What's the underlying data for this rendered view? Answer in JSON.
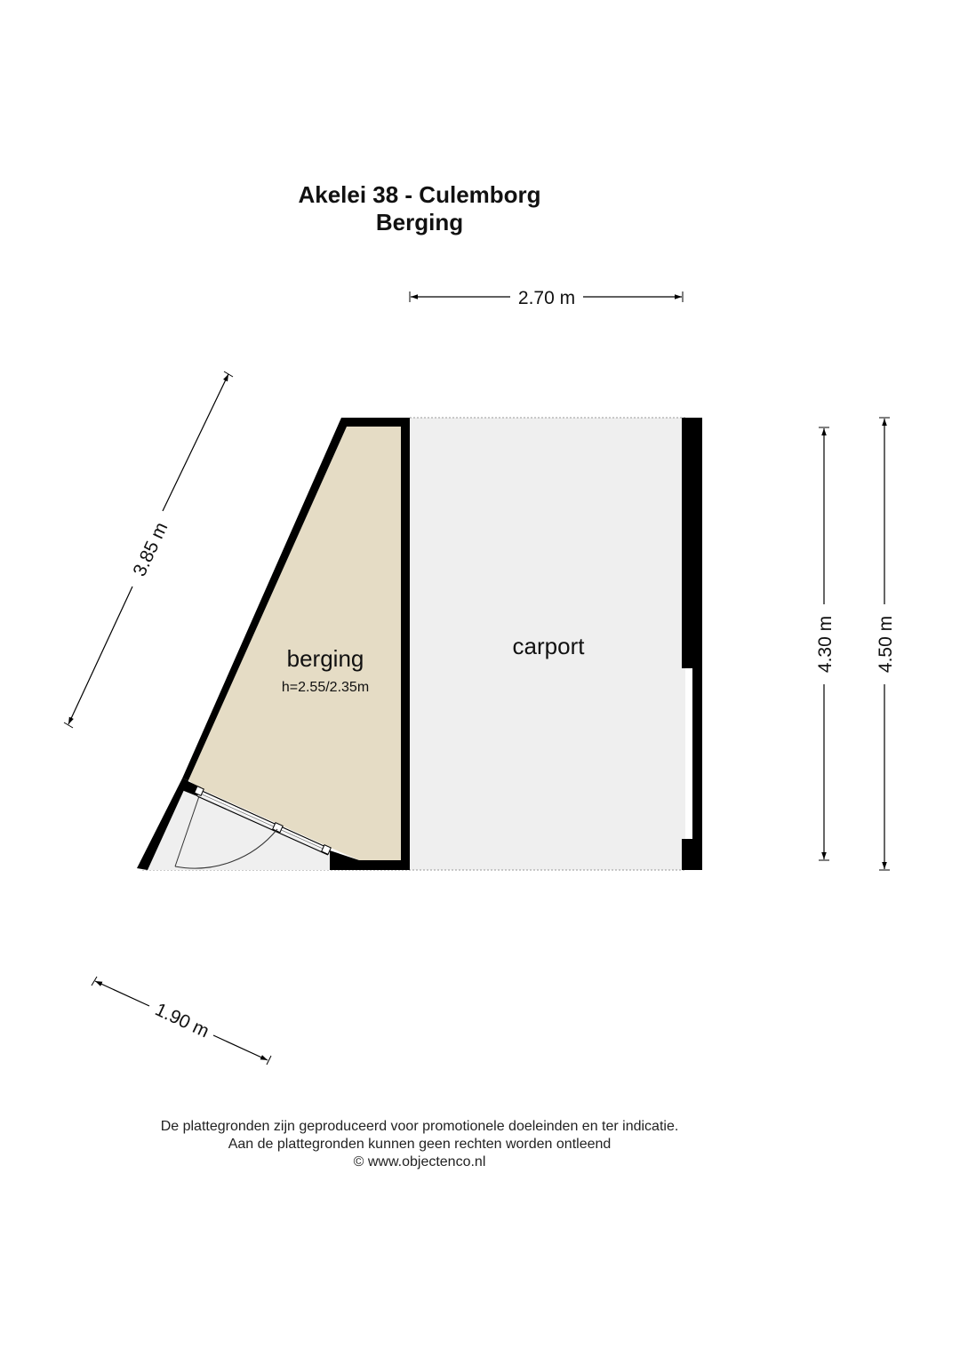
{
  "header": {
    "address": "Akelei 38 - Culemborg",
    "subtitle": "Berging"
  },
  "rooms": {
    "berging": {
      "name": "berging",
      "height": "h=2.55/2.35m"
    },
    "carport": {
      "name": "carport"
    }
  },
  "dimensions": {
    "top_width": "2.70 m",
    "diagonal_left": "3.85 m",
    "bottom_left": "1.90 m",
    "height_inner": "4.30 m",
    "height_outer": "4.50 m"
  },
  "footer": {
    "line1": "De plattegronden zijn geproduceerd voor promotionele doeleinden en ter indicatie.",
    "line2": "Aan de plattegronden kunnen geen rechten worden ontleend",
    "line3": "© www.objectenco.nl"
  },
  "colors": {
    "berging_fill": "#e5dcc5",
    "carport_fill": "#efefef",
    "wall": "#000000"
  }
}
